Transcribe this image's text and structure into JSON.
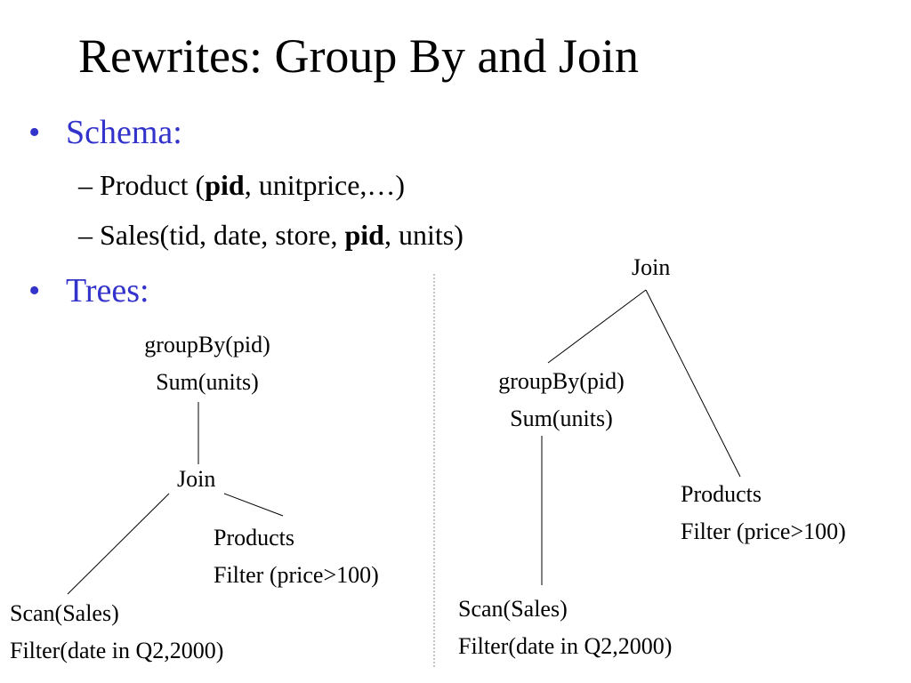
{
  "title": "Rewrites: Group By and Join",
  "bullet_glyph": "•",
  "dash_glyph": "–",
  "schema": {
    "heading": "Schema:",
    "product": {
      "prefix": "Product (",
      "key": "pid",
      "suffix": ", unitprice,…)"
    },
    "sales": {
      "prefix": "Sales(tid, date, store, ",
      "key": "pid",
      "suffix": ", units)"
    }
  },
  "trees": {
    "heading": "Trees:",
    "left": {
      "groupby": [
        "groupBy(pid)",
        "Sum(units)"
      ],
      "join": "Join",
      "products": [
        "Products",
        "Filter (price>100)"
      ],
      "scan": [
        "Scan(Sales)",
        "Filter(date in Q2,2000)"
      ]
    },
    "right": {
      "join": "Join",
      "groupby": [
        "groupBy(pid)",
        "Sum(units)"
      ],
      "products": [
        "Products",
        "Filter (price>100)"
      ],
      "scan": [
        "Scan(Sales)",
        "Filter(date in Q2,2000)"
      ]
    }
  },
  "colors": {
    "bullet_text": "#3333cc",
    "text": "#000000",
    "divider": "#888888"
  }
}
